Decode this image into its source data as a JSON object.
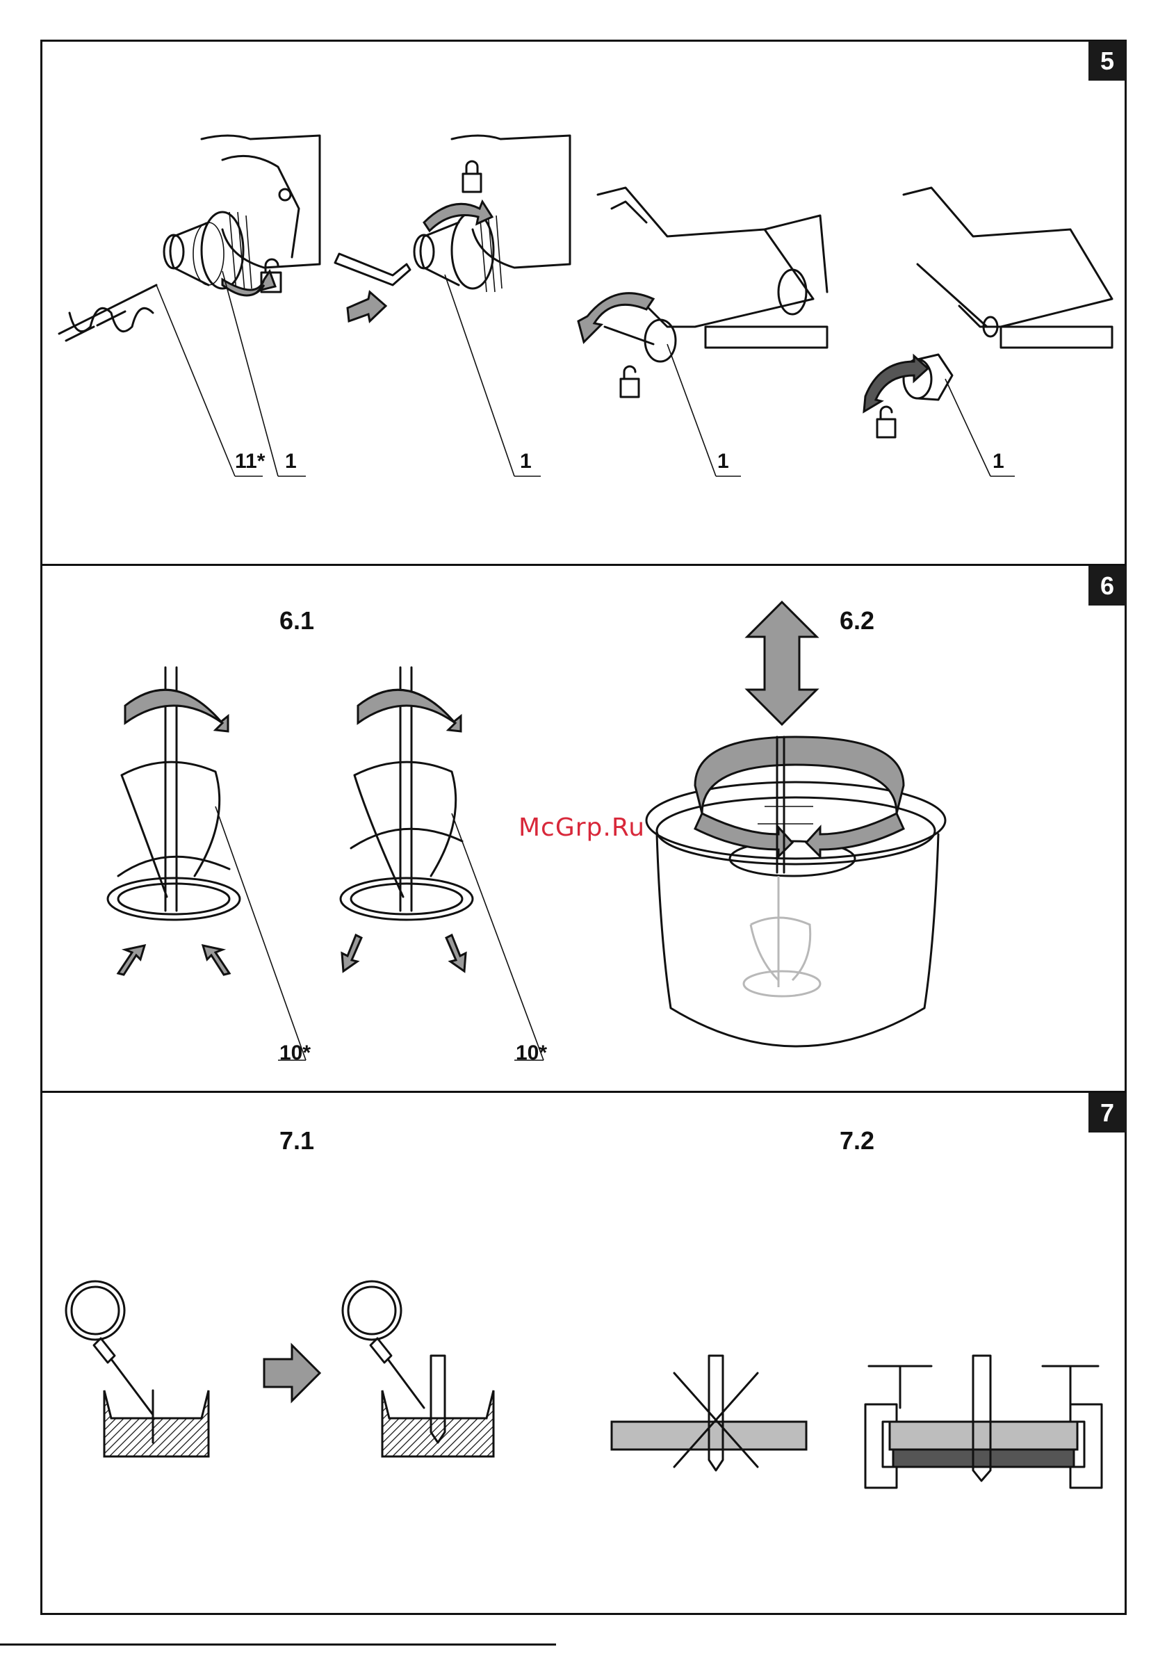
{
  "sections": [
    {
      "badge": "5",
      "callouts": [
        "11*",
        "1",
        "1",
        "1",
        "1"
      ]
    },
    {
      "badge": "6",
      "subtitles": [
        "6.1",
        "6.2"
      ],
      "callouts": [
        "10*",
        "10*"
      ]
    },
    {
      "badge": "7",
      "subtitles": [
        "7.1",
        "7.2"
      ]
    }
  ],
  "watermark": "McGrp.Ru",
  "icons": [
    "drill-chuck-icon",
    "hex-key-icon",
    "lock-icon",
    "unlock-icon",
    "rotation-arrow-icon",
    "mixing-paddle-icon",
    "bucket-icon",
    "double-arrow-icon",
    "oil-can-icon",
    "i-beam-icon",
    "drill-bit-icon",
    "wood-plank-icon",
    "clamp-icon",
    "cross-mark-icon"
  ],
  "colors": {
    "frame": "#111111",
    "badge": "#1a1a1a",
    "watermark": "#d8283a",
    "arrow_fill": "#9a9a9a"
  }
}
